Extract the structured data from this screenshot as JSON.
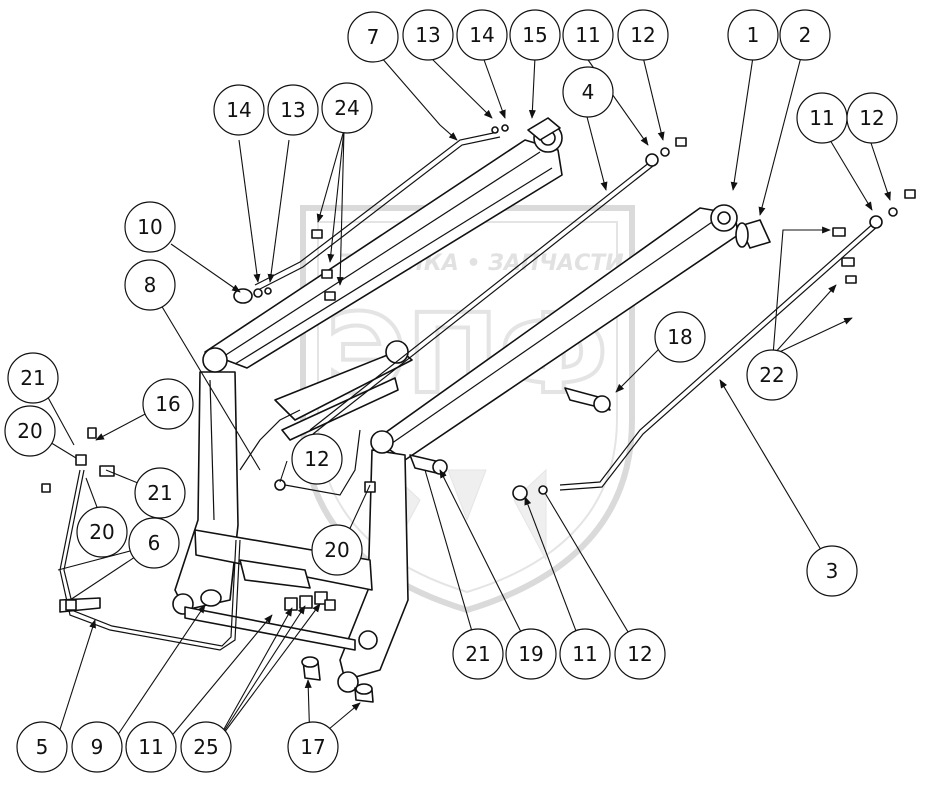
{
  "watermark": {
    "company_line": "ТЕХНИКА • ЗАПЧАСТИ",
    "logo_text": "ЭПФ"
  },
  "callouts": [
    {
      "id": "c1",
      "label": "1"
    },
    {
      "id": "c2",
      "label": "2"
    },
    {
      "id": "c7",
      "label": "7"
    },
    {
      "id": "c13a",
      "label": "13"
    },
    {
      "id": "c14a",
      "label": "14"
    },
    {
      "id": "c15",
      "label": "15"
    },
    {
      "id": "c11a",
      "label": "11"
    },
    {
      "id": "c12a",
      "label": "12"
    },
    {
      "id": "c4",
      "label": "4"
    },
    {
      "id": "c11b",
      "label": "11"
    },
    {
      "id": "c12b",
      "label": "12"
    },
    {
      "id": "c14b",
      "label": "14"
    },
    {
      "id": "c13b",
      "label": "13"
    },
    {
      "id": "c24",
      "label": "24"
    },
    {
      "id": "c10",
      "label": "10"
    },
    {
      "id": "c8",
      "label": "8"
    },
    {
      "id": "c18",
      "label": "18"
    },
    {
      "id": "c22",
      "label": "22"
    },
    {
      "id": "c21a",
      "label": "21"
    },
    {
      "id": "c16",
      "label": "16"
    },
    {
      "id": "c20a",
      "label": "20"
    },
    {
      "id": "c21b",
      "label": "21"
    },
    {
      "id": "c12c",
      "label": "12"
    },
    {
      "id": "c20b",
      "label": "20"
    },
    {
      "id": "c6",
      "label": "6"
    },
    {
      "id": "c20c",
      "label": "20"
    },
    {
      "id": "c3",
      "label": "3"
    },
    {
      "id": "c21c",
      "label": "21"
    },
    {
      "id": "c19",
      "label": "19"
    },
    {
      "id": "c11c",
      "label": "11"
    },
    {
      "id": "c12d",
      "label": "12"
    },
    {
      "id": "c5",
      "label": "5"
    },
    {
      "id": "c9",
      "label": "9"
    },
    {
      "id": "c11d",
      "label": "11"
    },
    {
      "id": "c25",
      "label": "25"
    },
    {
      "id": "c17",
      "label": "17"
    }
  ]
}
